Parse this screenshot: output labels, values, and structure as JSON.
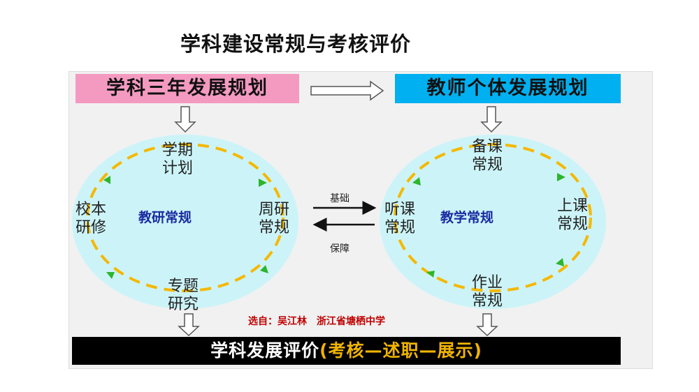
{
  "title": "学科建设常规与考核评价",
  "top_left": "学科三年发展规划",
  "top_right": "教师个体发展规划",
  "left_cycle": {
    "center": "教研常规",
    "top": [
      "学期",
      "计划"
    ],
    "right": [
      "周研",
      "常规"
    ],
    "bottom": [
      "专题",
      "研究"
    ],
    "left": [
      "校本",
      "研修"
    ]
  },
  "right_cycle": {
    "center": "教学常规",
    "top": [
      "备课",
      "常规"
    ],
    "right": [
      "上课",
      "常规"
    ],
    "bottom": [
      "作业",
      "常规"
    ],
    "left": [
      "听课",
      "常规"
    ]
  },
  "arrow_top_label": "基础",
  "arrow_bottom_label": "保障",
  "credit": "选自：吴江林　浙江省塘栖中学",
  "bottom_bar": {
    "main": "学科发展评价",
    "sub": "(考核—述职—展示)"
  },
  "colors": {
    "pink": "#f49ac1",
    "blue": "#00b0f0",
    "ellipse": "#ccf4f8",
    "dash": "#f5b800",
    "arrowhead": "#2db52d"
  }
}
